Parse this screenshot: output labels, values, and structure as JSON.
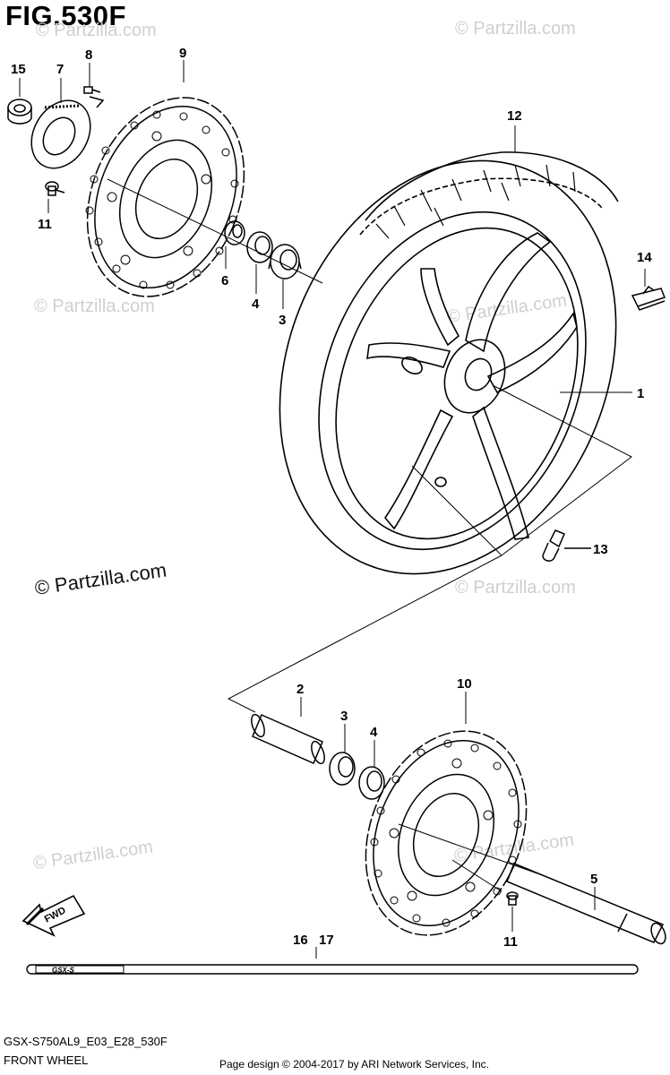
{
  "figure": {
    "title": "FIG.530F"
  },
  "watermark": {
    "main": "© Partzilla.com",
    "faint": "© Partzilla.com"
  },
  "callouts": {
    "c1": "1",
    "c2": "2",
    "c3a": "3",
    "c3b": "3",
    "c4a": "4",
    "c4b": "4",
    "c5": "5",
    "c6": "6",
    "c7": "7",
    "c8": "8",
    "c9": "9",
    "c10": "10",
    "c11a": "11",
    "c11b": "11",
    "c12": "12",
    "c13": "13",
    "c14": "14",
    "c15": "15",
    "c16": "16",
    "c17": "17"
  },
  "fwd_label": "FWD",
  "decal_text": "GSX-S",
  "footer": {
    "model_code": "GSX-S750AL9_E03_E28_530F",
    "section_name": "FRONT WHEEL",
    "credit": "Page design © 2004-2017 by ARI Network Services, Inc."
  }
}
